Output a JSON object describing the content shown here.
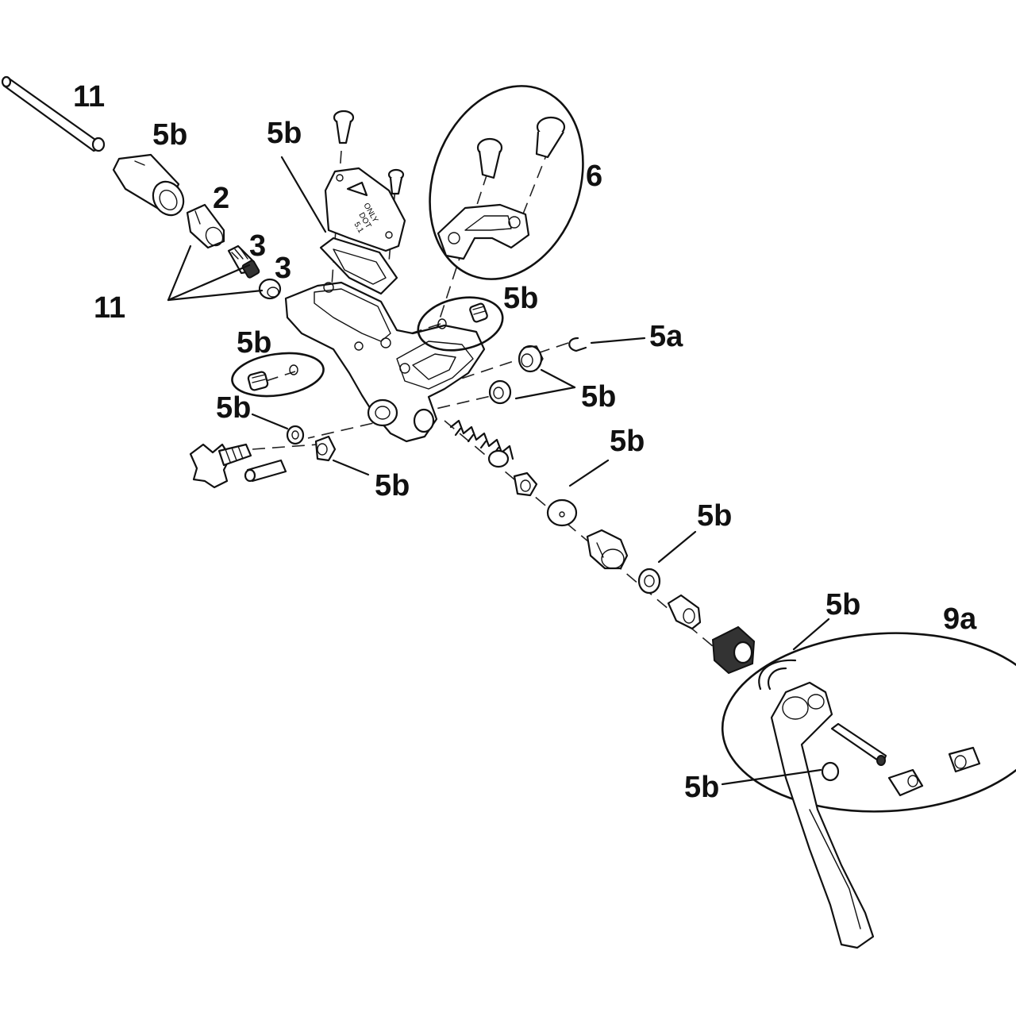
{
  "labels": {
    "hose": "11",
    "hose_cover": "5b",
    "fitting": "2",
    "insert_upper": "3",
    "insert_lower": "3",
    "fitting_kit": "11",
    "cap_gasket": "5b",
    "clamp": "6",
    "bleed_screw_right": "5b",
    "pivot_clip": "5a",
    "bleed_screw_left": "5b",
    "bushings": "5b",
    "washer_left": "5b",
    "reach_adjust": "5b",
    "piston_cup": "5b",
    "piston_washer": "5b",
    "retaining_clip": "5b",
    "lever_kit": "9a",
    "lever_bushing": "5b"
  },
  "colors": {
    "line": "#111111",
    "background": "#ffffff"
  }
}
